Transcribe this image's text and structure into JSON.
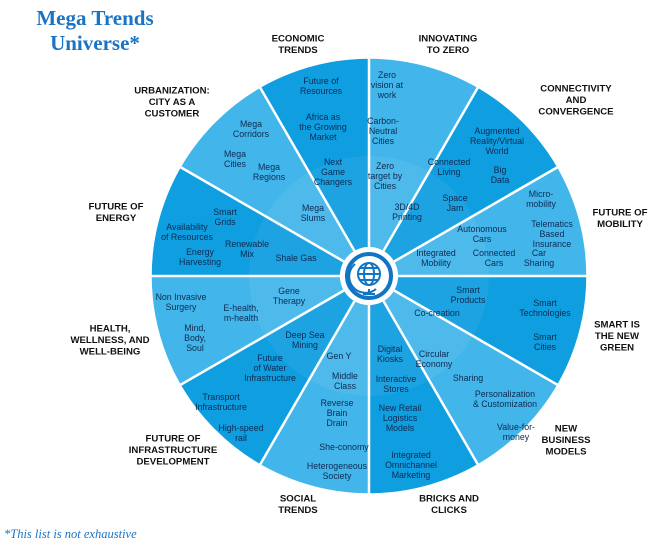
{
  "title": [
    "Mega Trends",
    "Universe*"
  ],
  "footnote": "*This list is not exhaustive",
  "colors": {
    "sector_a": "#0f9ee0",
    "sector_b": "#42b6ea",
    "divider": "#ffffff",
    "hub_ring": "#1174c4",
    "label_text": "#0d2a52"
  },
  "hub_icon": "globe-icon",
  "sectors": [
    {
      "name": [
        "ECONOMIC",
        "TRENDS"
      ],
      "items": [
        [
          "Future of",
          "Resources"
        ],
        [
          "Africa as",
          "the Growing",
          "Market"
        ],
        [
          "Next",
          "Game",
          "Changers"
        ]
      ]
    },
    {
      "name": [
        "INNOVATING",
        "TO ZERO"
      ],
      "items": [
        [
          "Zero",
          "vision at",
          "work"
        ],
        [
          "Carbon-",
          "Neutral",
          "Cities"
        ],
        [
          "Zero",
          "target by",
          "Cities"
        ]
      ]
    },
    {
      "name": [
        "CONNECTIVITY",
        "AND",
        "CONVERGENCE"
      ],
      "items": [
        [
          "Augmented",
          "Reality/Virtual",
          "World"
        ],
        [
          "Connected",
          "Living"
        ],
        [
          "Big",
          "Data"
        ],
        [
          "Space",
          "Jam"
        ],
        [
          "3D/4D",
          "Printing"
        ]
      ]
    },
    {
      "name": [
        "FUTURE OF",
        "MOBILITY"
      ],
      "items": [
        [
          "Micro-",
          "mobility"
        ],
        [
          "Telematics",
          "Based",
          "Insurance"
        ],
        [
          "Autonomous",
          "Cars"
        ],
        [
          "Integrated",
          "Mobility"
        ],
        [
          "Connected",
          "Cars"
        ],
        [
          "Car",
          "Sharing"
        ]
      ]
    },
    {
      "name": [
        "SMART IS",
        "THE NEW",
        "GREEN"
      ],
      "items": [
        [
          "Smart",
          "Products"
        ],
        [
          "Smart",
          "Technologies"
        ],
        [
          "Smart",
          "Cities"
        ]
      ]
    },
    {
      "name": [
        "NEW",
        "BUSINESS",
        "MODELS"
      ],
      "items": [
        [
          "Co-creation"
        ],
        [
          "Circular",
          "Economy"
        ],
        [
          "Sharing"
        ],
        [
          "Personalization",
          "& Customization"
        ],
        [
          "Value-for-",
          "money"
        ]
      ]
    },
    {
      "name": [
        "BRICKS AND",
        "CLICKS"
      ],
      "items": [
        [
          "Digital",
          "Kiosks"
        ],
        [
          "Interactive",
          "Stores"
        ],
        [
          "New Retail",
          "Logistics",
          "Models"
        ],
        [
          "Integrated",
          "Omnichannel",
          "Marketing"
        ]
      ]
    },
    {
      "name": [
        "SOCIAL",
        "TRENDS"
      ],
      "items": [
        [
          "Gen Y"
        ],
        [
          "Middle",
          "Class"
        ],
        [
          "Reverse",
          "Brain",
          "Drain"
        ],
        [
          "She-conomy"
        ],
        [
          "Heterogeneous",
          "Society"
        ]
      ]
    },
    {
      "name": [
        "FUTURE OF",
        "INFRASTRUCTURE",
        "DEVELOPMENT"
      ],
      "items": [
        [
          "Transport",
          "Infrastructure"
        ],
        [
          "High-speed",
          "rail"
        ]
      ]
    },
    {
      "name": [
        "HEALTH,",
        "WELLNESS, AND",
        "WELL-BEING"
      ],
      "items": [
        [
          "Gene",
          "Therapy"
        ],
        [
          "Non Invasive",
          "Surgery"
        ],
        [
          "E-health,",
          "m-health"
        ],
        [
          "Mind,",
          "Body,",
          "Soul"
        ],
        [
          "Deep Sea",
          "Mining"
        ],
        [
          "Future",
          "of Water",
          "Infrastructure"
        ]
      ]
    },
    {
      "name": [
        "FUTURE OF",
        "ENERGY"
      ],
      "items": [
        [
          "Smart",
          "Grids"
        ],
        [
          "Availability",
          "of Resources"
        ],
        [
          "Renewable",
          "Mix"
        ],
        [
          "Energy",
          "Harvesting"
        ],
        [
          "Shale Gas"
        ]
      ]
    },
    {
      "name": [
        "URBANIZATION:",
        "CITY AS A",
        "CUSTOMER"
      ],
      "items": [
        [
          "Mega",
          "Corridors"
        ],
        [
          "Mega",
          "Cities"
        ],
        [
          "Mega",
          "Regions"
        ],
        [
          "Mega",
          "Slums"
        ]
      ]
    }
  ]
}
